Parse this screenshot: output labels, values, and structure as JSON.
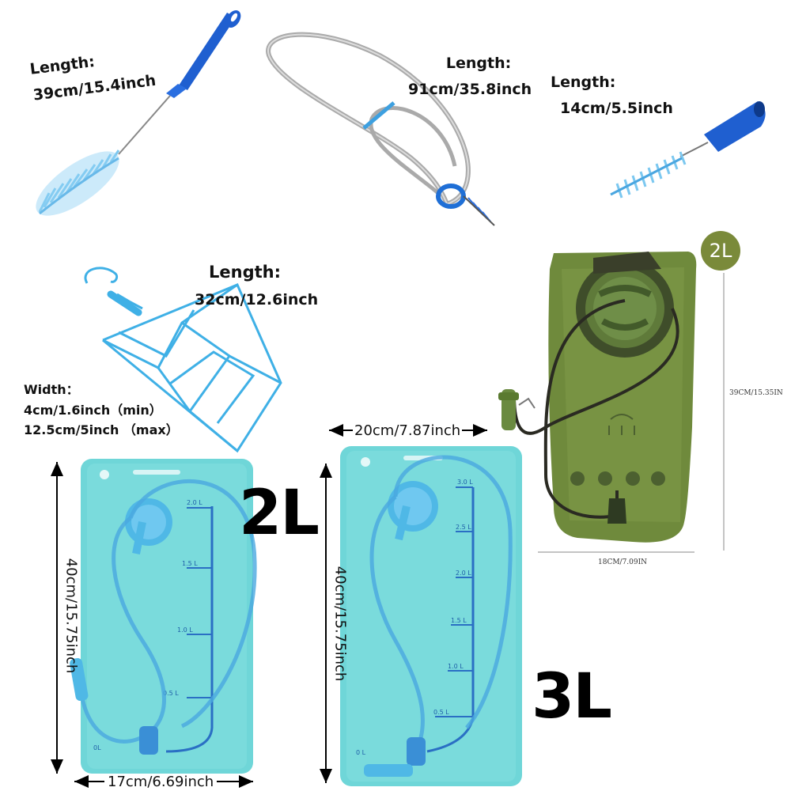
{
  "long_brush": {
    "heading": "Length:",
    "value": "39cm/15.4inch"
  },
  "tube_brush": {
    "heading": "Length:",
    "value": "91cm/35.8inch"
  },
  "small_brush": {
    "heading": "Length:",
    "value": "14cm/5.5inch"
  },
  "dryer": {
    "length_heading": "Length:",
    "length_value": "32cm/12.6inch",
    "width_heading": "Width：",
    "width_min": "4cm/1.6inch（min）",
    "width_max": "12.5cm/5inch （max）"
  },
  "bladder_2l_blue": {
    "size_label": "2L",
    "height": "40cm/15.75inch",
    "width": "17cm/6.69inch",
    "graduations": [
      "2.0 L",
      "1.5 L",
      "1.0 L",
      "0.5 L",
      "0L"
    ]
  },
  "bladder_3l_blue": {
    "size_label": "3L",
    "height": "40cm/15.75inch",
    "width": "20cm/7.87inch",
    "graduations": [
      "3.0 L",
      "2.5 L",
      "2.0 L",
      "1.5 L",
      "1.0 L",
      "0.5 L",
      "0 L"
    ]
  },
  "bladder_2l_green": {
    "badge": "2L",
    "height": "39CM/15.35IN",
    "width": "18CM/7.09IN"
  },
  "colors": {
    "brush_blue": "#1f5fd0",
    "bristle_blue": "#7cc8f0",
    "dryer_blue": "#3fb0e6",
    "bladder_blue": "#6fd6d8",
    "bladder_green": "#6f8a3c",
    "badge_green": "#7a8a3a"
  }
}
